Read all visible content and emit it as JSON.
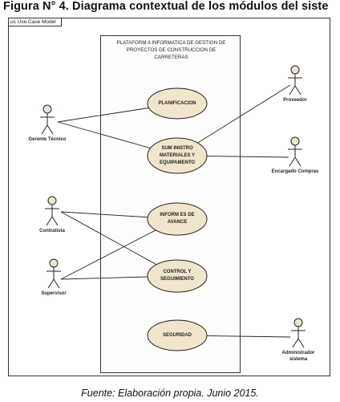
{
  "figure_title": "Figura N° 4. Diagrama contextual de los módulos del siste",
  "frame_tab": "uc Use Case Model",
  "system_boundary": {
    "title_lines": [
      "PLATAFORM A INFORMATICA DE GESTION DE",
      "PROYECTOS DE CONSTRUCCION DE",
      "CARRETERAS"
    ]
  },
  "use_cases": [
    {
      "id": "planificacion",
      "lines": [
        "PLANIFICACION"
      ]
    },
    {
      "id": "suministro",
      "lines": [
        "SUM INISTRO",
        "MATERIALES Y",
        "EQUIPAMENTO"
      ]
    },
    {
      "id": "informes",
      "lines": [
        "INFORM ES DE",
        "AVANCE"
      ]
    },
    {
      "id": "control",
      "lines": [
        "CONTROL Y",
        "SEGUIMIENTO"
      ]
    },
    {
      "id": "seguridad",
      "lines": [
        "SEGURIDAD"
      ]
    }
  ],
  "actors": [
    {
      "id": "gerente",
      "lines": [
        "Gerente Técnico"
      ]
    },
    {
      "id": "contratista",
      "lines": [
        "Contratista"
      ]
    },
    {
      "id": "supervisor",
      "lines": [
        "Supervisor"
      ]
    },
    {
      "id": "proveedor",
      "lines": [
        "Proveedor"
      ]
    },
    {
      "id": "encargado",
      "lines": [
        "Encargado Compras"
      ]
    },
    {
      "id": "administrador",
      "lines": [
        "Administrador",
        "sistema"
      ]
    }
  ],
  "associations": [
    [
      "gerente",
      "planificacion"
    ],
    [
      "gerente",
      "suministro"
    ],
    [
      "proveedor",
      "suministro"
    ],
    [
      "encargado",
      "suministro"
    ],
    [
      "contratista",
      "informes"
    ],
    [
      "contratista",
      "control"
    ],
    [
      "supervisor",
      "informes"
    ],
    [
      "supervisor",
      "control"
    ],
    [
      "administrador",
      "seguridad"
    ]
  ],
  "colors": {
    "use_case_fill": "#f1e6cc",
    "line": "#222222"
  },
  "source_note": "Fuente: Elaboración propia. Junio 2015."
}
